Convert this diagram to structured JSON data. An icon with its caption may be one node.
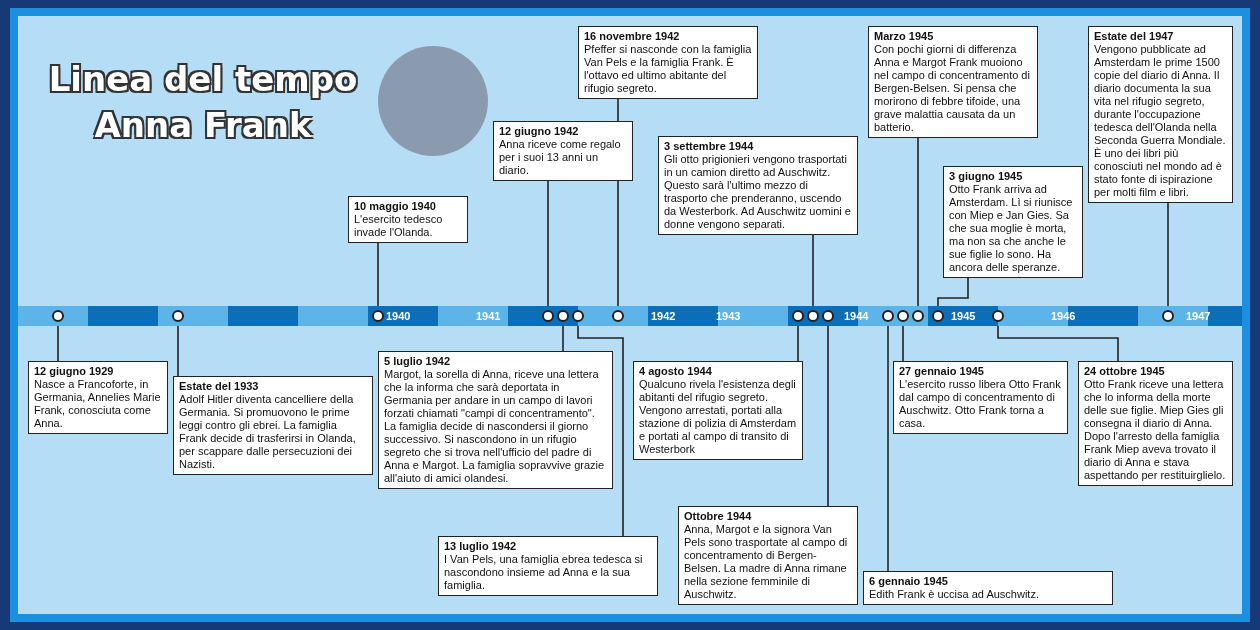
{
  "diagram": {
    "title": "Linea del tempo Anna Frank",
    "nodes": [
      {
        "text": [
          "12 giugno 1929",
          "Nasce a Francoforte, in Germania, Annelies Marie Frank, conosciuta come Anna."
        ]
      },
      {
        "text": [
          "Estate del 1933",
          "Adolf Hitler diventa cancelliere della Germania. Si promuovono le prime leggi contro gli ebrei. La famiglia Frank decide di trasferirsi in Olanda, per scappare dalle persecuzioni dei Nazisti."
        ]
      },
      {
        "text": [
          "10 maggio 1940",
          "L'esercito tedesco invade l'Olanda."
        ]
      },
      {
        "text": [
          "12 giugno 1942",
          "Anna riceve come regalo per i suoi 13 anni un diario."
        ]
      },
      {
        "text": [
          "5 luglio 1942",
          "Margot, la sorella di Anna, riceve una lettera che la informa che sarà deportata in Germania per andare in un campo di lavori forzati chiamati \"campi di concentramento\". La famiglia decide di nascondersi il giorno successivo. Si nascondono in un rifugio segreto che si trova nell'ufficio del padre di Anna e Margot. La famiglia sopravvive grazie all'aiuto di amici olandesi."
        ]
      },
      {
        "text": [
          "13 luglio 1942",
          "I Van Pels, una famiglia ebrea tedesca si nascondono insieme ad Anna e la sua famiglia."
        ]
      },
      {
        "text": [
          "16 novembre 1942",
          "Pfeffer si nasconde con la famiglia Van Pels e la famiglia Frank. È l'ottavo ed ultimo abitante del rifugio segreto."
        ]
      },
      {
        "text": [
          "4 agosto 1944",
          "Qualcuno rivela l'esistenza degli abitanti del rifugio segreto. Vengono arrestati, portati alla stazione di polizia di Amsterdam e portati al campo di transito di Westerbork"
        ]
      },
      {
        "text": [
          "3 settembre 1944",
          "Gli otto prigionieri vengono trasportati in un camion diretto ad Auschwitz. Questo sarà l'ultimo mezzo di trasporto che prenderanno, uscendo da Westerbork. Ad Auschwitz uomini e donne vengono separati."
        ]
      },
      {
        "text": [
          "Ottobre 1944",
          "Anna, Margot e la signora Van Pels sono trasportate al campo di concentramento di Bergen-Belsen. La madre di Anna rimane nella sezione femminile di Auschwitz."
        ]
      },
      {
        "text": [
          "6 gennaio 1945",
          "Edith Frank è uccisa ad Auschwitz."
        ]
      },
      {
        "text": [
          "27 gennaio 1945",
          "L'esercito russo libera Otto Frank dal campo di concentramento di Auschwitz. Otto Frank torna a casa."
        ]
      },
      {
        "text": [
          "Marzo 1945",
          "Con pochi giorni di differenza Anna e Margot Frank muoiono nel campo di concentramento di Bergen-Belsen. Si pensa che morirono di febbre tifoide, una grave malattia causata da un batterio."
        ]
      },
      {
        "text": [
          "3 giugno 1945",
          "Otto Frank arriva ad Amsterdam. Lì si riunisce con Miep e Jan Gies. Sa che sua moglie è morta, ma non sa che anche le sue figlie lo sono. Ha ancora delle speranze."
        ]
      },
      {
        "text": [
          "24 ottobre 1945",
          "Otto Frank riceve una lettera che lo informa della morte delle sue figlie. Miep Gies gli consegna il diario di Anna. Dopo l'arresto della famiglia Frank Miep aveva trovato il diario di Anna e stava aspettando per restituirglielo."
        ]
      },
      {
        "text": [
          "Estate del 1947",
          "Vengono pubblicate ad Amsterdam le prime 1500 copie del diario di Anna. Il diario documenta la sua vita nel rifugio segreto, durante l'occupazione tedesca dell'Olanda nella Seconda Guerra Mondiale. È uno dei libri più conosciuti nel mondo ad è stato fonte di ispirazione per molti film e libri."
        ]
      },
      {
        "text": [],
        "shape": "circle"
      },
      {
        "text": [],
        "shape": "circle"
      },
      {
        "text": [],
        "shape": "circle"
      },
      {
        "text": [],
        "shape": "circle"
      },
      {
        "text": [],
        "shape": "circle"
      },
      {
        "text": [],
        "shape": "circle"
      },
      {
        "text": [],
        "shape": "circle"
      },
      {
        "text": [],
        "shape": "circle"
      },
      {
        "text": [],
        "shape": "circle"
      },
      {
        "text": [],
        "shape": "circle"
      },
      {
        "text": [],
        "shape": "circle"
      },
      {
        "text": [],
        "shape": "circle"
      },
      {
        "text": [],
        "shape": "circle"
      },
      {
        "text": [],
        "shape": "circle"
      },
      {
        "text": [],
        "shape": "circle"
      },
      {
        "text": [],
        "shape": "circle"
      }
    ],
    "edges": [
      {
        "from": 0,
        "to": 16,
        "arrow": "none"
      },
      {
        "from": 1,
        "to": 17,
        "arrow": "none"
      },
      {
        "from": 2,
        "to": 18,
        "arrow": "none"
      },
      {
        "from": 3,
        "to": 19,
        "arrow": "none"
      },
      {
        "from": 4,
        "to": 20,
        "arrow": "none"
      },
      {
        "from": 5,
        "to": 21,
        "arrow": "none"
      },
      {
        "from": 6,
        "to": 22,
        "arrow": "none"
      },
      {
        "from": 7,
        "to": 23,
        "arrow": "none"
      },
      {
        "from": 8,
        "to": 24,
        "arrow": "none"
      },
      {
        "from": 9,
        "to": 25,
        "arrow": "none"
      },
      {
        "from": 10,
        "to": 26,
        "arrow": "none"
      },
      {
        "from": 11,
        "to": 27,
        "arrow": "none"
      },
      {
        "from": 12,
        "to": 28,
        "arrow": "none"
      },
      {
        "from": 13,
        "to": 29,
        "arrow": "none"
      },
      {
        "from": 14,
        "to": 30,
        "arrow": "none"
      },
      {
        "from": 15,
        "to": 31,
        "arrow": "none"
      }
    ],
    "labels": [
      "1940",
      "1941",
      "1942",
      "1943",
      "1944",
      "1945",
      "1946",
      "1947"
    ]
  }
}
